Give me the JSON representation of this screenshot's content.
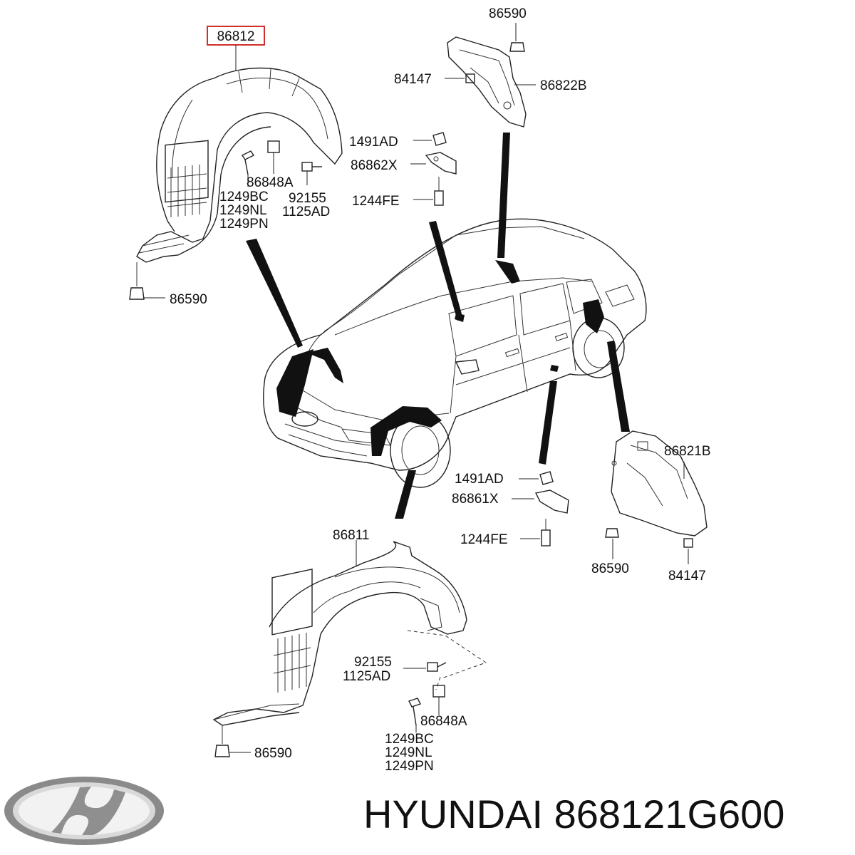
{
  "highlight_color": "#d0302b",
  "parts": {
    "highlighted": "86812",
    "p86590_top": "86590",
    "p84147_top": "84147",
    "p86822B": "86822B",
    "p1491AD_top": "1491AD",
    "p86862X": "86862X",
    "p1244FE_top": "1244FE",
    "p86848A_top": "86848A",
    "p1249BC_top": "1249BC",
    "p1249NL_top": "1249NL",
    "p1249PN_top": "1249PN",
    "p92155_top": "92155",
    "p1125AD_top": "1125AD",
    "p86590_left": "86590",
    "p86821B": "86821B",
    "p1491AD_bot": "1491AD",
    "p86861X": "86861X",
    "p1244FE_bot": "1244FE",
    "p86590_right": "86590",
    "p84147_right": "84147",
    "p86811": "86811",
    "p92155_bot": "92155",
    "p1125AD_bot": "1125AD",
    "p86848A_bot": "86848A",
    "p1249BC_bot": "1249BC",
    "p1249NL_bot": "1249NL",
    "p1249PN_bot": "1249PN",
    "p86590_bot": "86590"
  },
  "footer": {
    "brand_logo": "hyundai-logo",
    "caption": "HYUNDAI 868121G600"
  }
}
